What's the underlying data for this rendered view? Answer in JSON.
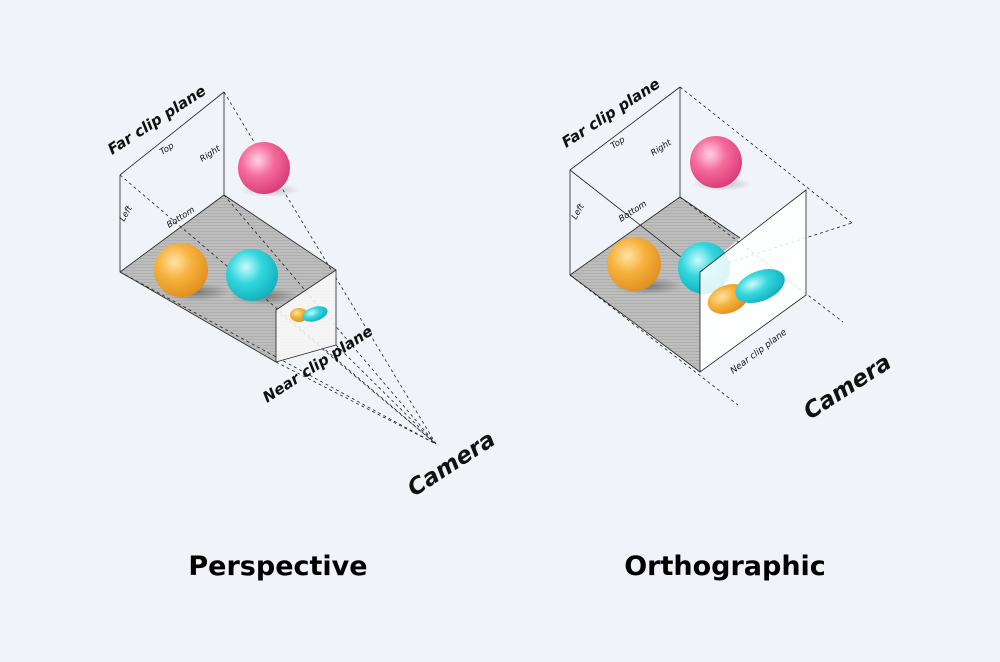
{
  "perspective": {
    "caption": "Perspective",
    "far_label": "Far clip plane",
    "near_label": "Near clip plane",
    "camera_label": "Camera",
    "top_label": "Top",
    "right_label": "Right",
    "left_label": "Left",
    "bottom_label": "Bottom"
  },
  "orthographic": {
    "caption": "Orthographic",
    "far_label": "Far clip plane",
    "near_label": "Near clip plane",
    "camera_label": "Camera",
    "top_label": "Top",
    "right_label": "Right",
    "left_label": "Left",
    "bottom_label": "Bottom"
  },
  "colors": {
    "background": "#f0f3f7",
    "pink_sphere": "#f0588d",
    "orange_sphere": "#f7b13a",
    "cyan_sphere": "#2fd5dc",
    "floor": "#b7b7b7"
  }
}
